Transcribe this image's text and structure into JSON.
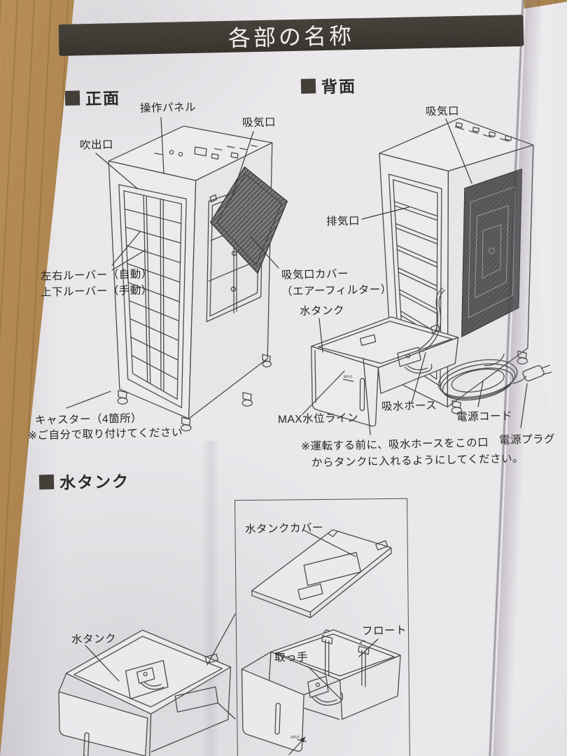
{
  "page": {
    "title": "各部の名称",
    "colors": {
      "title_bar": "#3d3a34",
      "paper": "#eae8eb",
      "wood": "#ab834e"
    },
    "front": {
      "heading": "正面",
      "labels": {
        "control_panel": "操作パネル",
        "outlet": "吹出口",
        "intake": "吸気口",
        "louver_lr": "左右ルーバー（自動）",
        "louver_ud": "上下ルーバー（手動）",
        "intake_cover": "吸気口カバー",
        "intake_cover_sub": "（エアーフィルター）",
        "caster": "キャスター（4箇所）",
        "caster_note": "※ご自分で取り付けてください"
      }
    },
    "back": {
      "heading": "背面",
      "labels": {
        "intake": "吸気口",
        "exhaust": "排気口",
        "water_tank": "水タンク",
        "max_line": "MAX水位ライン",
        "hose": "吸水ホース",
        "power_cord": "電源コード",
        "power_plug": "電源プラグ"
      },
      "note_line1": "※運転する前に、吸水ホースをこの口",
      "note_line2": "からタンクに入れるようにしてください。"
    },
    "tank": {
      "heading": "水タンク",
      "labels": {
        "cover": "水タンクカバー",
        "water_tank": "水タンク",
        "handle": "取っ手",
        "float": "フロート"
      }
    },
    "marks": {
      "max": "MAX"
    }
  }
}
